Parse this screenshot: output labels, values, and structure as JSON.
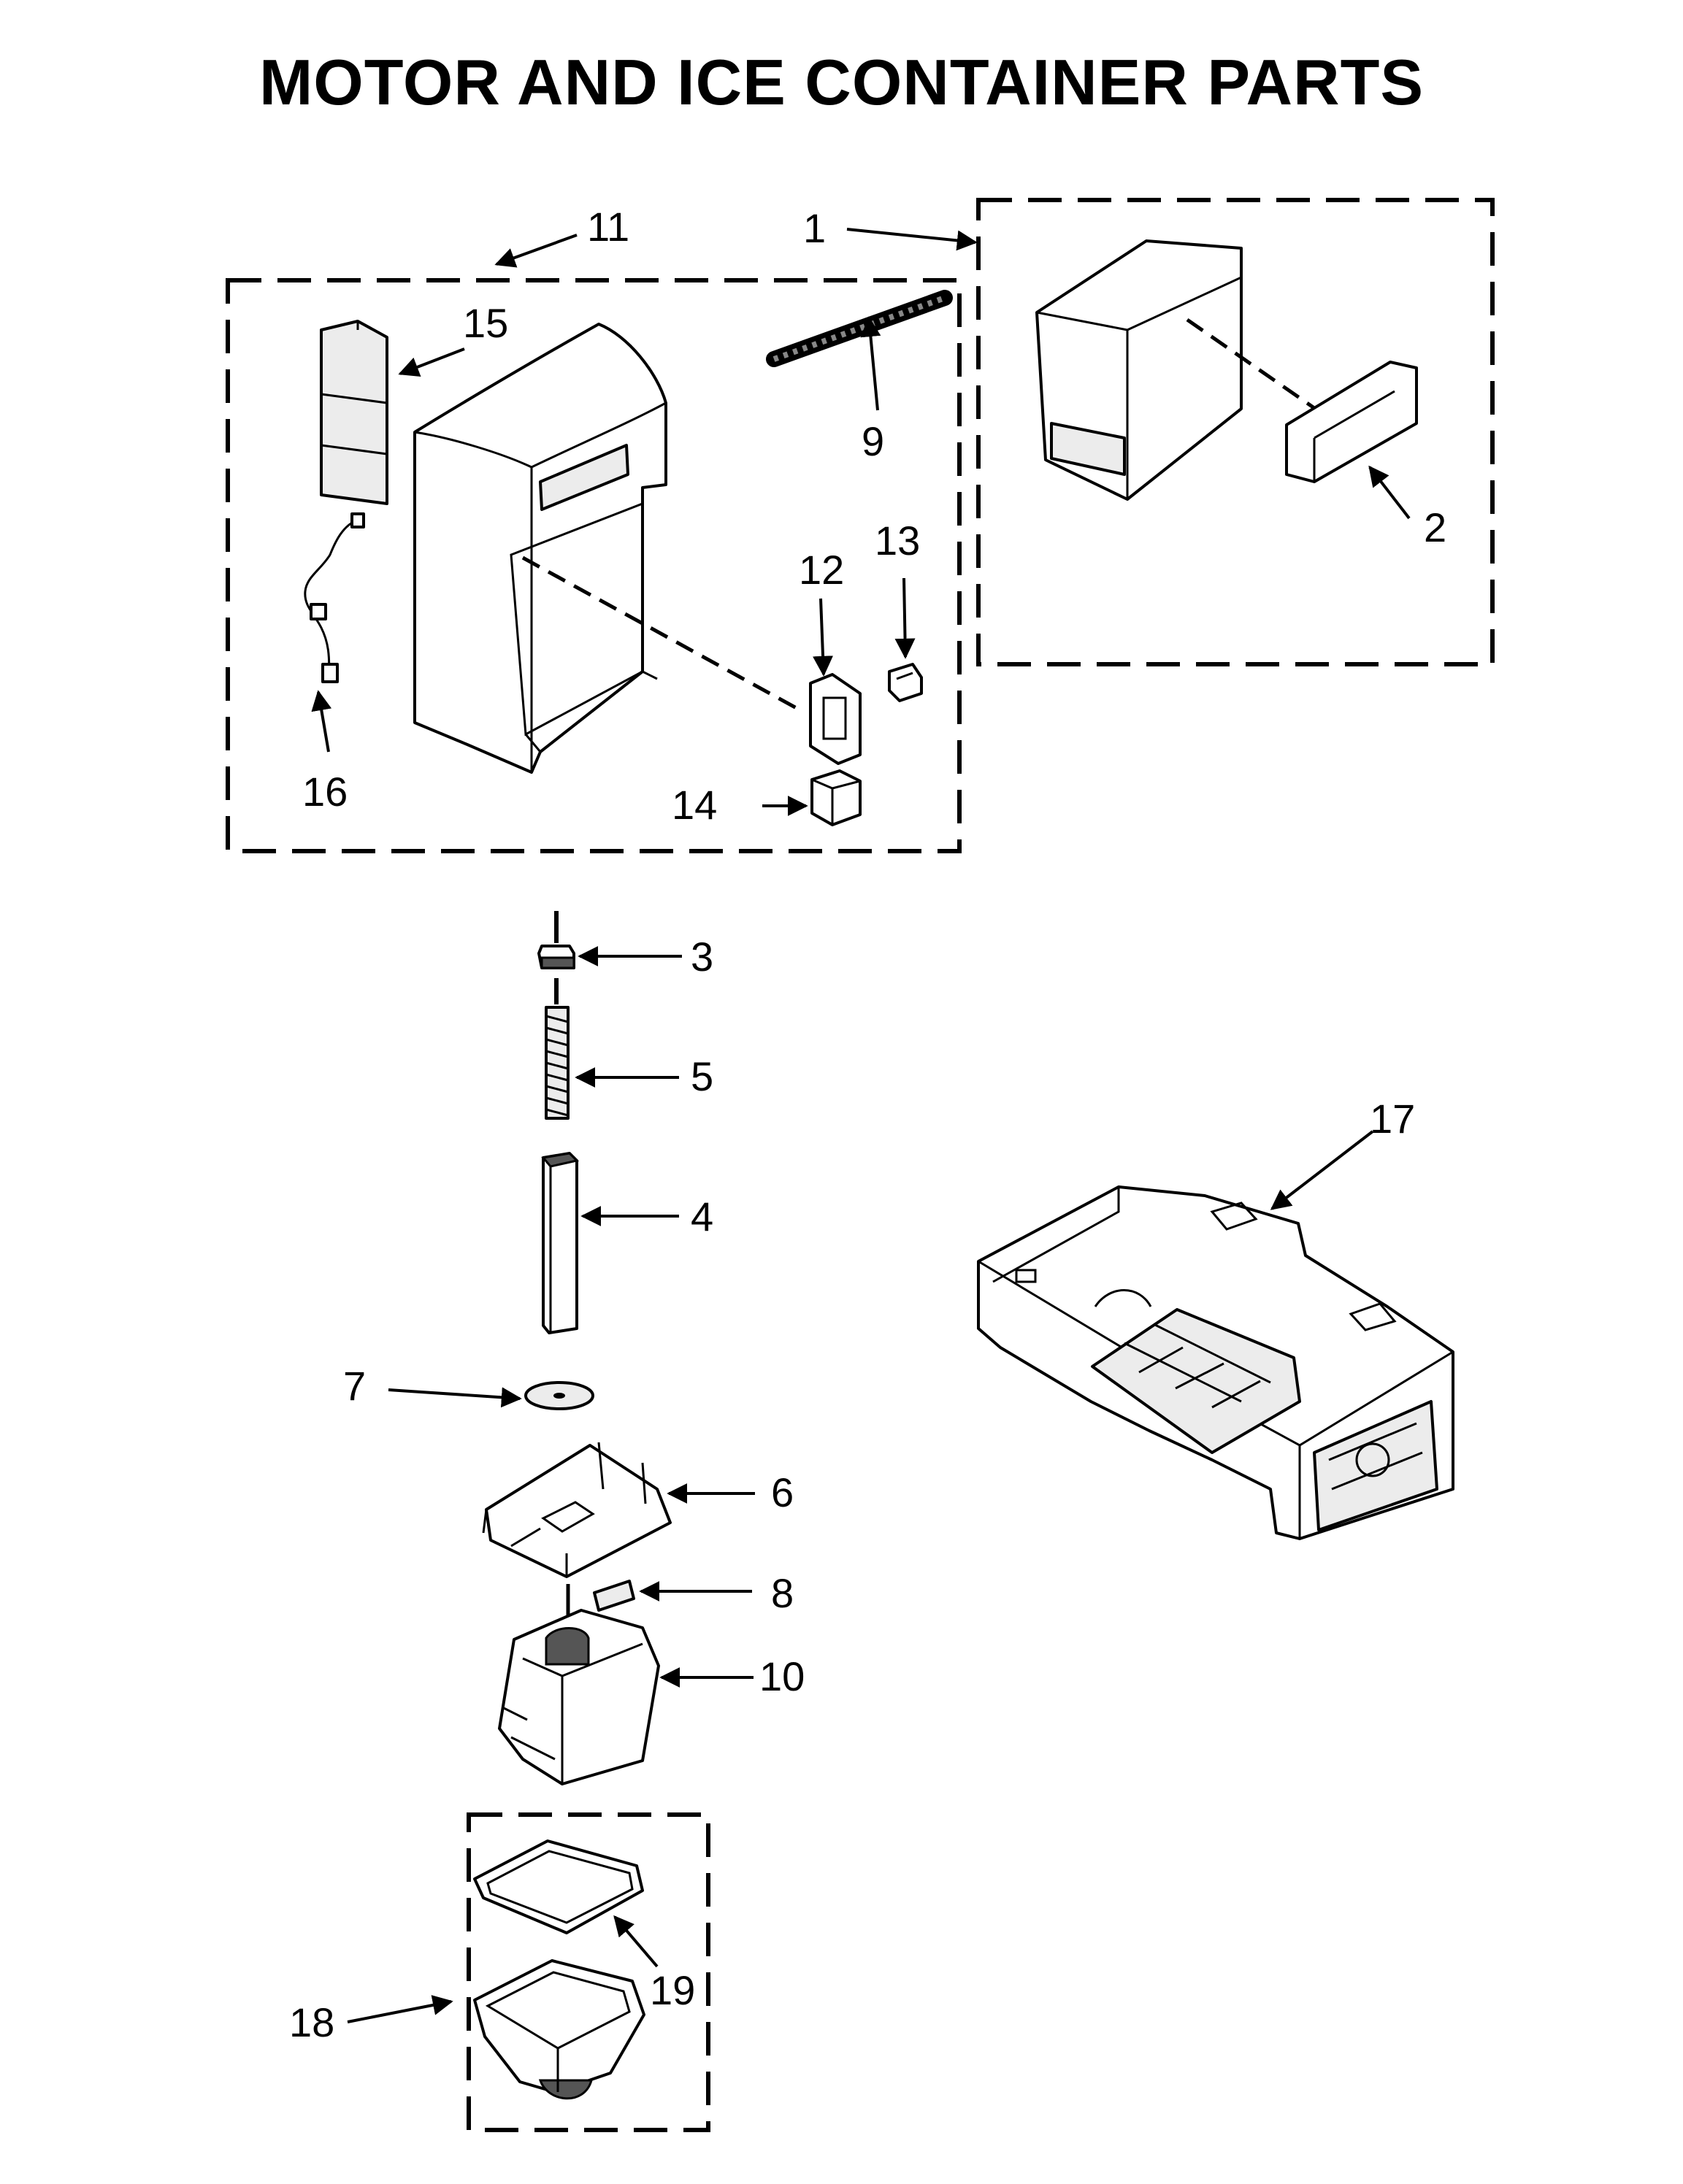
{
  "title": "MOTOR AND ICE CONTAINER PARTS",
  "callouts": {
    "c1": "1",
    "c2": "2",
    "c3": "3",
    "c4": "4",
    "c5": "5",
    "c6": "6",
    "c7": "7",
    "c8": "8",
    "c9": "9",
    "c10": "10",
    "c11": "11",
    "c12": "12",
    "c13": "13",
    "c14": "14",
    "c15": "15",
    "c16": "16",
    "c17": "17",
    "c18": "18",
    "c19": "19"
  }
}
